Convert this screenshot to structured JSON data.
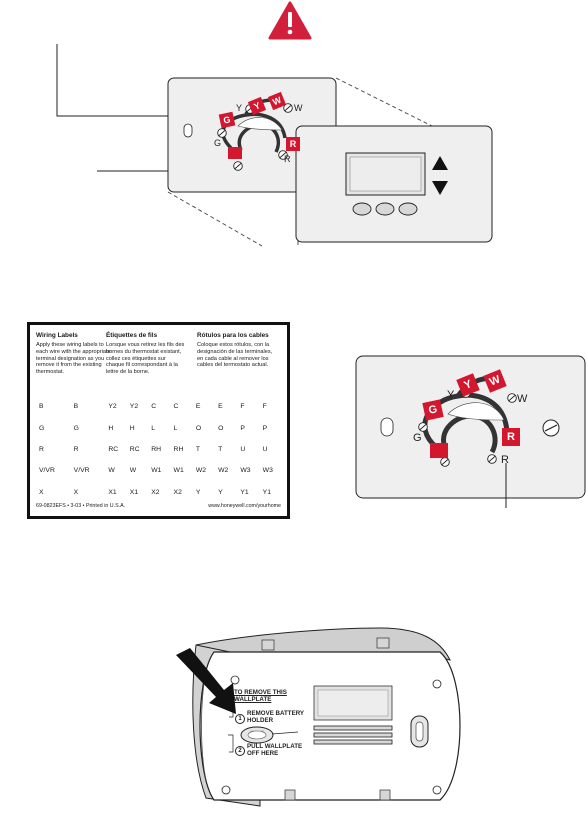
{
  "wiring_card": {
    "headers": [
      "Wiring Labels",
      "Étiquettes de fils",
      "Rótulos para los cables"
    ],
    "instructions": [
      "Apply these wiring labels to\neach wire with the appropriate\nterminal designation as you\nremove it from the existing\nthermostat.",
      "Lorsque vous retirez les fils des\nbornes du thermostat existant,\ncollez ces étiquettes sur\nchaque fil correspondant à la\nlettre de la borne.",
      "Coloque estos rótulos, con la\ndesignación de las terminales,\nen cada cable al remover los\ncables del termostato actual."
    ],
    "rows": [
      [
        "B",
        "B",
        "Y2",
        "Y2",
        "C",
        "C",
        "E",
        "E",
        "F",
        "F"
      ],
      [
        "G",
        "G",
        "H",
        "H",
        "L",
        "L",
        "O",
        "O",
        "P",
        "P"
      ],
      [
        "R",
        "R",
        "RC",
        "RC",
        "RH",
        "RH",
        "T",
        "T",
        "U",
        "U"
      ],
      [
        "V/VR",
        "V/VR",
        "W",
        "W",
        "W1",
        "W1",
        "W2",
        "W2",
        "W3",
        "W3"
      ],
      [
        "X",
        "X",
        "X1",
        "X1",
        "X2",
        "X2",
        "Y",
        "Y",
        "Y1",
        "Y1"
      ]
    ],
    "footer_left": "69-0823EFS  •  3-03  •  Printed in U.S.A.",
    "footer_right": "www.honeywell.com/yourhome"
  },
  "top_diagram": {
    "terminals": [
      "Y",
      "W",
      "G",
      "R"
    ],
    "tags": [
      "Y",
      "W",
      "G",
      "R"
    ]
  },
  "mid_diagram": {
    "terminals": [
      "Y",
      "W",
      "G",
      "R"
    ],
    "tags": [
      "Y",
      "W",
      "G",
      "R"
    ]
  },
  "wallplate_back": {
    "title": "TO REMOVE THIS\nWALLPLATE",
    "step1_num": "1",
    "step1": "REMOVE BATTERY\nHOLDER",
    "step2_num": "2",
    "step2": "PULL WALLPLATE\nOFF HERE"
  },
  "colors": {
    "warning": "#d21f3c",
    "tag_red": "#d2172f",
    "plate_fill": "#efefef",
    "stroke": "#222222"
  },
  "icons": [
    "warning-icon",
    "up-arrow-icon",
    "down-arrow-icon",
    "screw-icon",
    "pointer-arrow-icon"
  ]
}
